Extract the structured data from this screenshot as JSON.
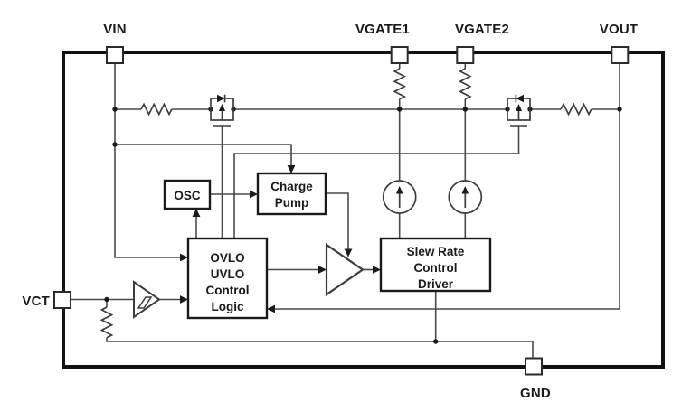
{
  "diagram_title": "IC internal block diagram",
  "colors": {
    "background": "#ffffff",
    "wire": "#4a4a4a",
    "ink": "#1a1a1a"
  },
  "pins": {
    "vin": {
      "label": "VIN"
    },
    "vgate1": {
      "label": "VGATE1"
    },
    "vgate2": {
      "label": "VGATE2"
    },
    "vout": {
      "label": "VOUT"
    },
    "vct": {
      "label": "VCT"
    },
    "gnd": {
      "label": "GND"
    }
  },
  "blocks": {
    "osc": {
      "label": "OSC"
    },
    "charge_pump": {
      "lines": [
        "Charge",
        "Pump"
      ]
    },
    "control_logic": {
      "lines": [
        "OVLO",
        "UVLO",
        "Control",
        "Logic"
      ]
    },
    "slew_rate_driver": {
      "lines": [
        "Slew Rate",
        "Control",
        "Driver"
      ]
    }
  },
  "symbols": {
    "mosfet1": "p-mosfet-with-body-diode",
    "mosfet2": "p-mosfet-with-body-diode",
    "current_source1": "current-source-up-arrow",
    "current_source2": "current-source-up-arrow",
    "comparator": "hysteresis-comparator",
    "driver_amp": "buffer-amplifier",
    "resistor_count": 5
  }
}
